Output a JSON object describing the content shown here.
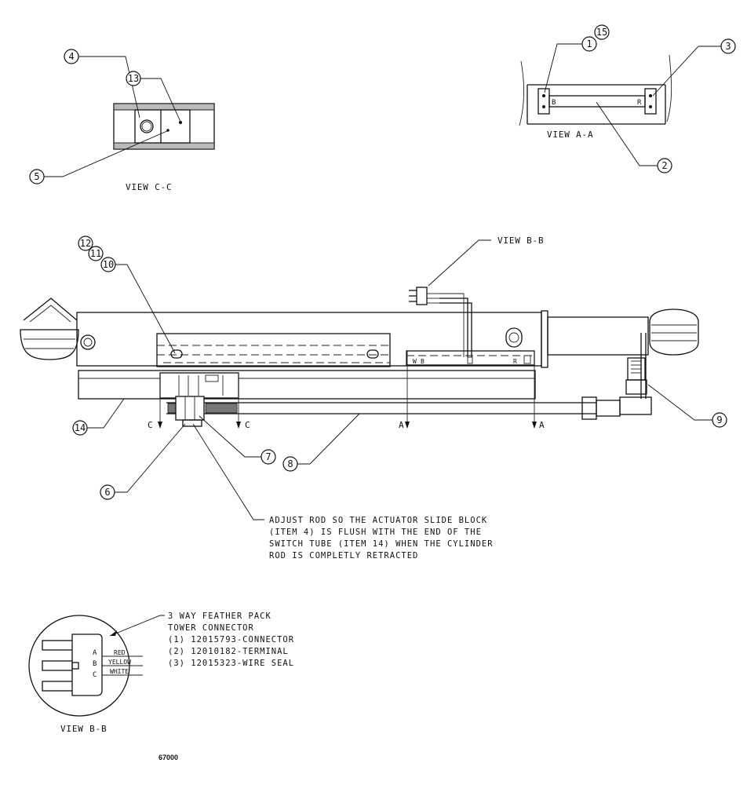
{
  "views": {
    "view_cc": "VIEW C-C",
    "view_aa": "VIEW A-A",
    "view_bb_callout": "VIEW B-B",
    "view_bb_detail": "VIEW B-B"
  },
  "balloons": {
    "b1": "1",
    "b2": "2",
    "b3": "3",
    "b4": "4",
    "b5": "5",
    "b6": "6",
    "b7": "7",
    "b8": "8",
    "b9": "9",
    "b10": "10",
    "b11": "11",
    "b12": "12",
    "b13": "13",
    "b14": "14",
    "b15": "15"
  },
  "section_marks": {
    "c_left": "C",
    "c_right": "C",
    "a_left": "A",
    "a_right": "A"
  },
  "switch_letters": {
    "b": "B",
    "r": "R",
    "w": "W"
  },
  "note": {
    "line1": "ADJUST ROD SO THE ACTUATOR SLIDE BLOCK",
    "line2": "(ITEM 4) IS FLUSH WITH THE END OF THE",
    "line3": "SWITCH TUBE (ITEM 14) WHEN THE CYLINDER",
    "line4": "ROD IS COMPLETLY RETRACTED"
  },
  "connector": {
    "line1": "3 WAY FEATHER PACK",
    "line2": "TOWER CONNECTOR",
    "line3": "(1) 12015793-CONNECTOR",
    "line4": "(2) 12010182-TERMINAL",
    "line5": "(3) 12015323-WIRE SEAL",
    "pin_a": "A",
    "pin_b": "B",
    "pin_c": "C",
    "wire_red": "RED",
    "wire_yellow": "YELLOW",
    "wire_white": "WHITE"
  },
  "figure_number": "67000"
}
